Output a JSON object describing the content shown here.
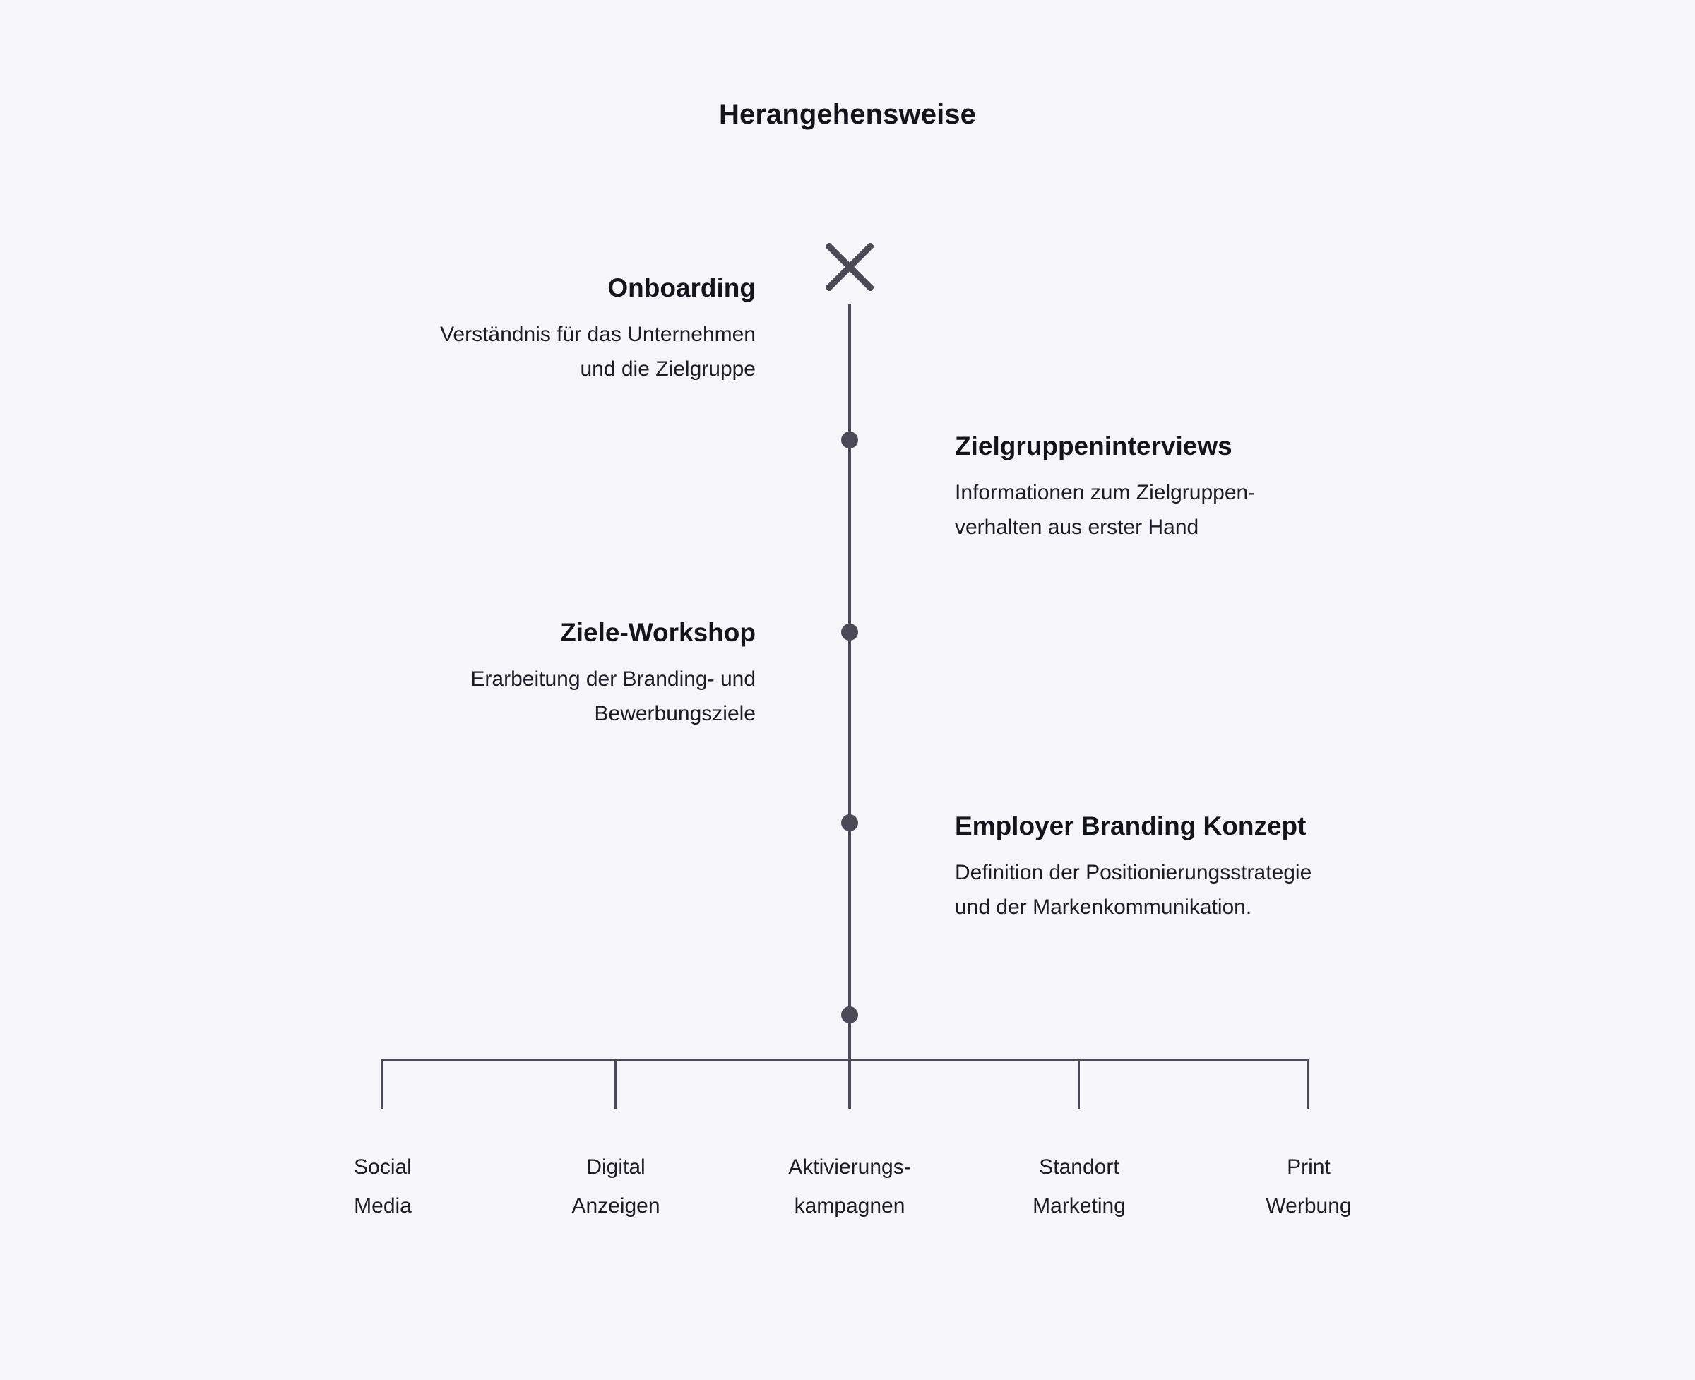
{
  "title": "Herangehensweise",
  "colors": {
    "background": "#f5f5fa",
    "line": "#4b4b57",
    "heading": "#14141c",
    "body": "#1c1c26"
  },
  "timeline": {
    "start_marker": "x-marker",
    "steps": [
      {
        "side": "left",
        "title": "Onboarding",
        "body_line1": "Verständnis für das Unternehmen",
        "body_line2": "und die Zielgruppe"
      },
      {
        "side": "right",
        "title": "Zielgruppeninterviews",
        "body_line1": "Informationen zum Zielgruppen-",
        "body_line2": "verhalten aus erster Hand"
      },
      {
        "side": "left",
        "title": "Ziele-Workshop",
        "body_line1": "Erarbeitung der Branding- und",
        "body_line2": "Bewerbungsziele"
      },
      {
        "side": "right",
        "title": "Employer Branding Konzept",
        "body_line1": "Definition der Positionierungsstrategie",
        "body_line2": "und der Markenkommunikation."
      }
    ]
  },
  "outputs": [
    {
      "line1": "Social",
      "line2": "Media"
    },
    {
      "line1": "Digital",
      "line2": "Anzeigen"
    },
    {
      "line1": "Aktivierungs-",
      "line2": "kampagnen"
    },
    {
      "line1": "Standort",
      "line2": "Marketing"
    },
    {
      "line1": "Print",
      "line2": "Werbung"
    }
  ]
}
